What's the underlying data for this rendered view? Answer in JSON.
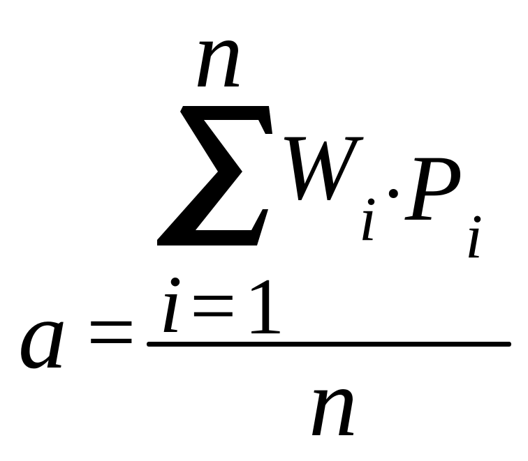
{
  "formula": {
    "lhs": "a",
    "equals": "=",
    "numerator": {
      "sum_symbol": "∑",
      "upper_limit": "n",
      "lower_limit_var": "i",
      "lower_limit_eq": "=",
      "lower_limit_val": "1",
      "term_w": "W",
      "term_w_sub": "i",
      "dot": "·",
      "term_p": "P",
      "term_p_sub": "i"
    },
    "denominator": "n"
  }
}
